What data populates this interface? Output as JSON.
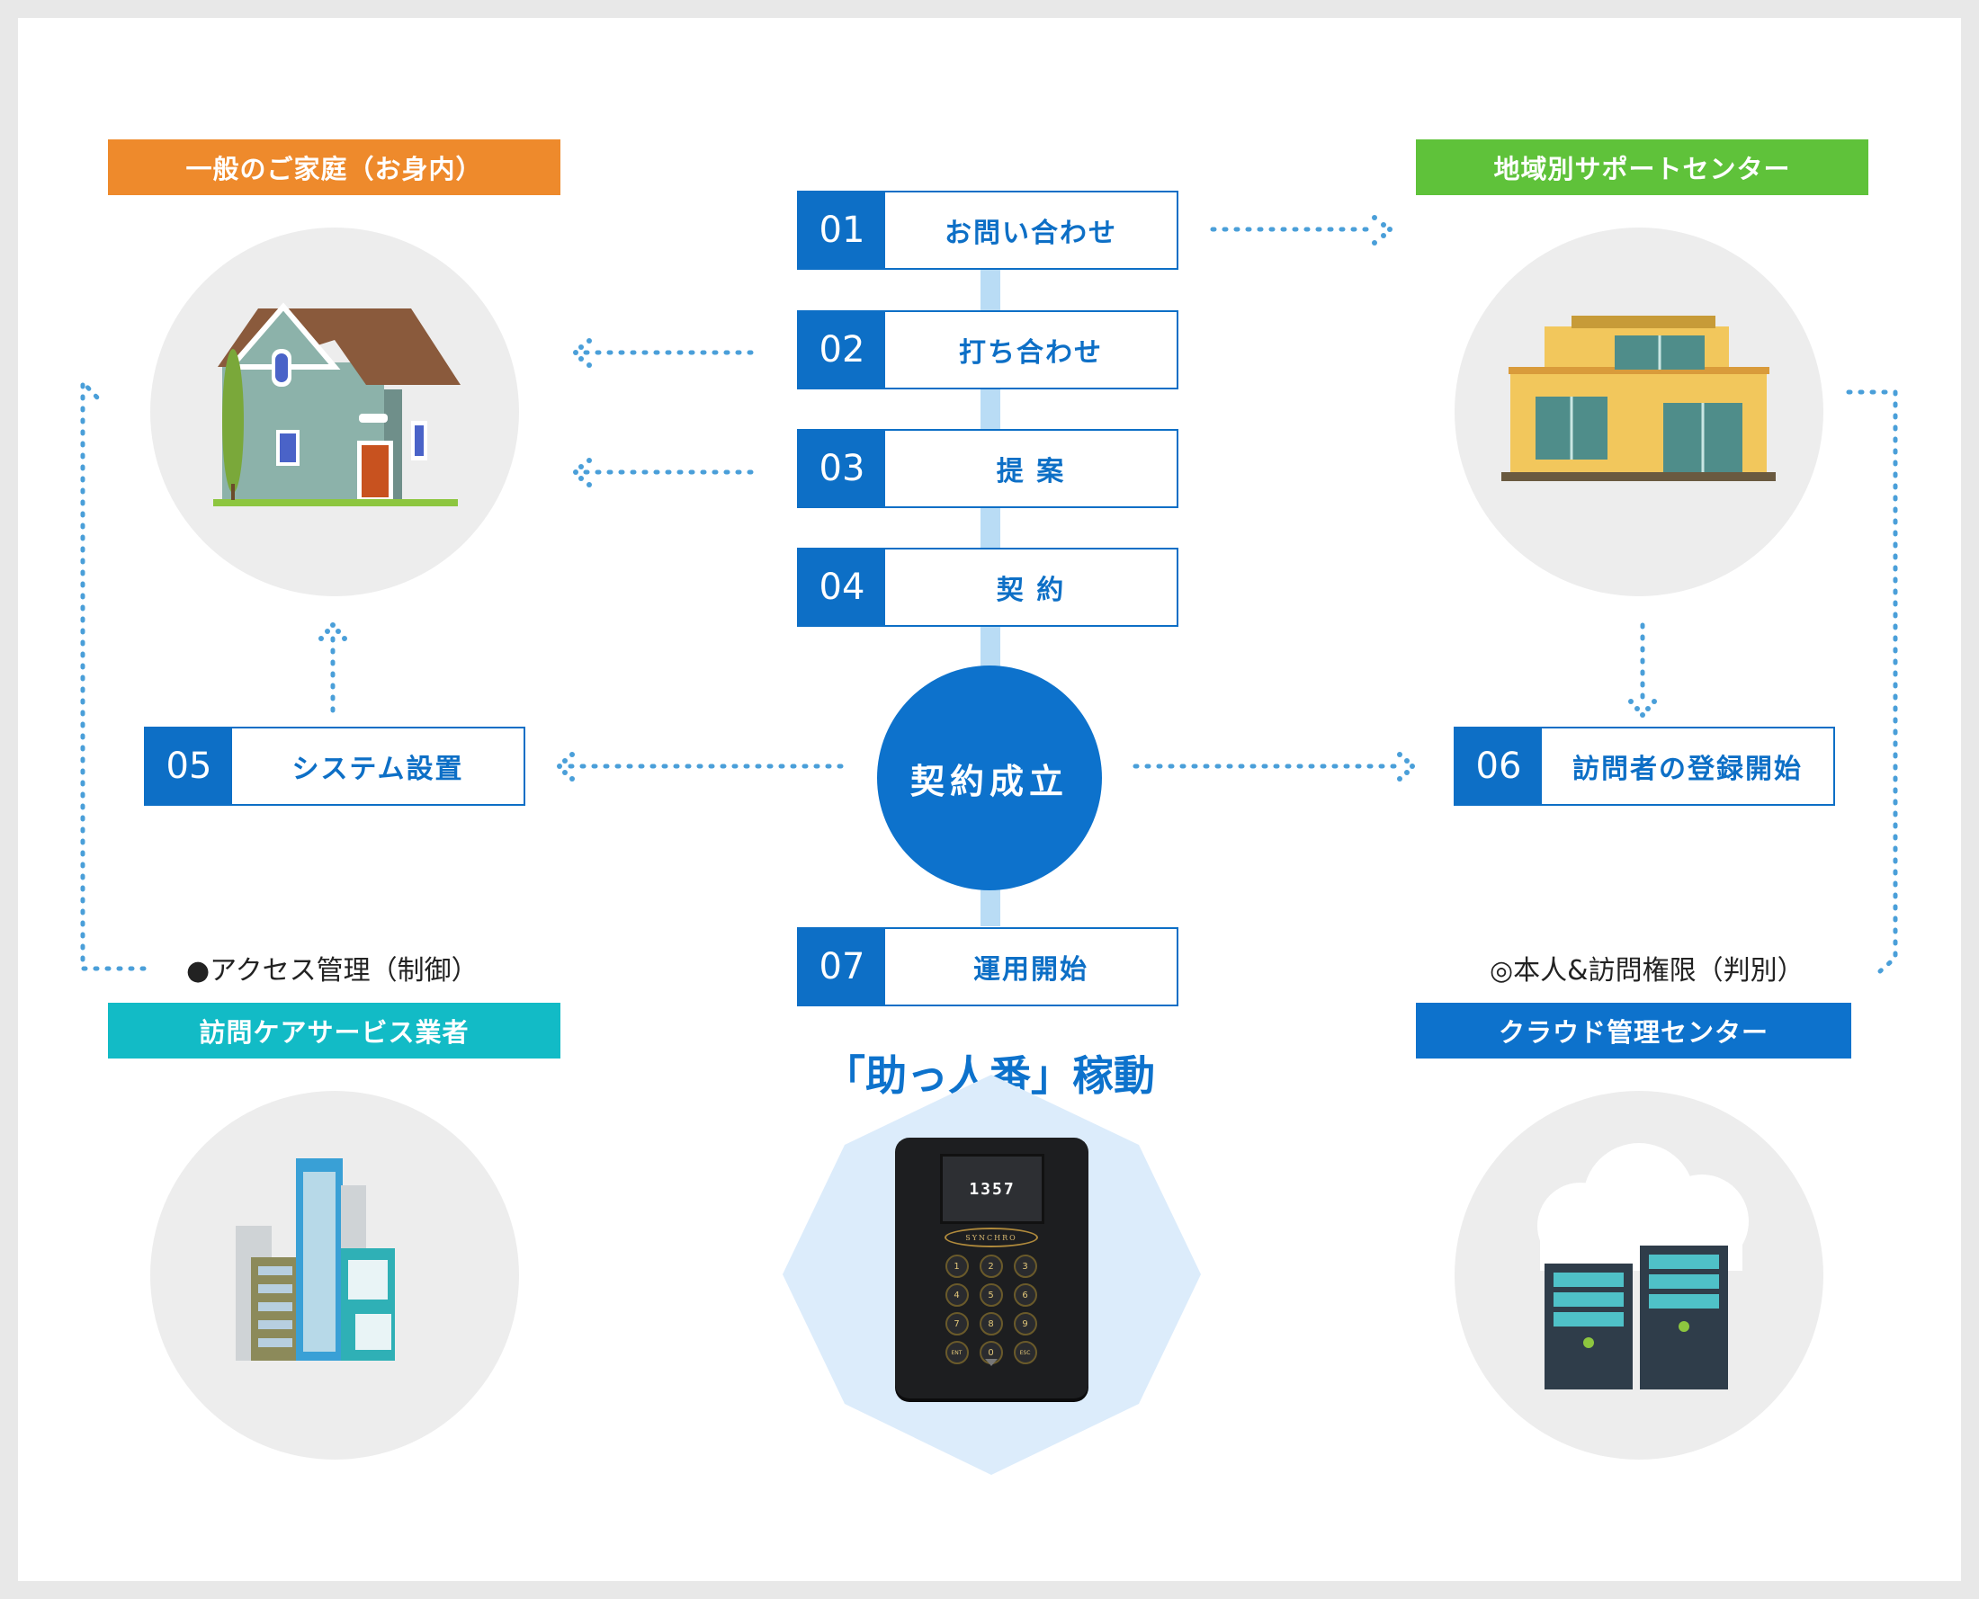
{
  "groups": {
    "family": {
      "label": "一般のご家庭（お身内）",
      "color": "#ee8a2c"
    },
    "support": {
      "label": "地域別サポートセンター",
      "color": "#5fc23a"
    },
    "care": {
      "label": "訪問ケアサービス業者",
      "color": "#12bbc6"
    },
    "cloud": {
      "label": "クラウド管理センター",
      "color": "#0d72cc"
    }
  },
  "steps": [
    {
      "num": "01",
      "text": "お問い合わせ"
    },
    {
      "num": "02",
      "text": "打ち合わせ"
    },
    {
      "num": "03",
      "text": "提 案"
    },
    {
      "num": "04",
      "text": "契 約"
    },
    {
      "num": "05",
      "text": "システム設置"
    },
    {
      "num": "06",
      "text": "訪問者の登録開始"
    },
    {
      "num": "07",
      "text": "運用開始"
    }
  ],
  "center": {
    "contract": "契約成立"
  },
  "notes": {
    "access": "●アクセス管理（制御）",
    "auth": "◎本人&訪問権限（判別）"
  },
  "device": {
    "title": "「助っ人番」稼動",
    "display": "1357",
    "brand": "SYNCHRO",
    "keys": [
      "1",
      "2",
      "3",
      "4",
      "5",
      "6",
      "7",
      "8",
      "9",
      "ENT",
      "0",
      "ESC"
    ]
  },
  "colors": {
    "primary": "#0d6fc6",
    "connector": "#b9dcf5",
    "arrow": "#4a9fd9",
    "circle": "#ededed",
    "octagon": "#dcecfb"
  }
}
